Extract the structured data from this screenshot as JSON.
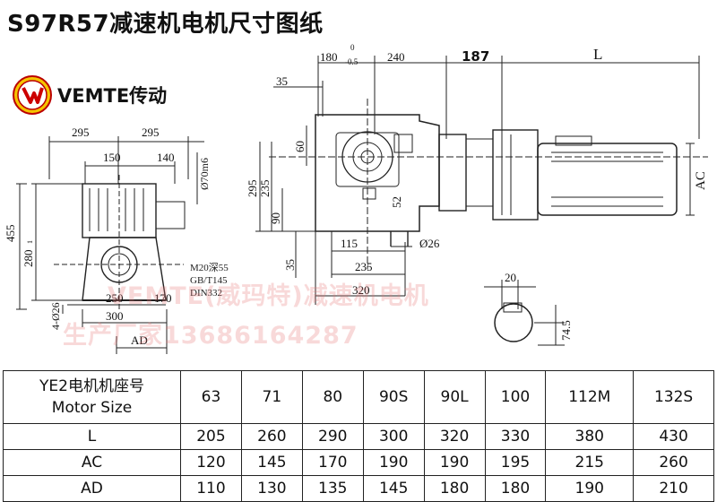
{
  "header": {
    "title": "S97R57减速机电机尺寸图纸",
    "brand": "VEMTE传动",
    "logo_icon": "vemte-logo-icon"
  },
  "watermark": {
    "line1": "VEMTE(威玛特)减速机电机",
    "line2": "生产厂家13686164287"
  },
  "drawing": {
    "front": {
      "d295a": "295",
      "d295b": "295",
      "d150": "150",
      "d140": "140",
      "d70": "Ø70m6",
      "d455": "455",
      "d280": "280",
      "d280sub": "1",
      "d26": "4-Ø26",
      "d250": "250",
      "d170": "170",
      "d300": "300",
      "dAD": "AD",
      "note1": "M20深55",
      "note2": "GB/T145",
      "note3": "DIN332"
    },
    "side": {
      "d180": "180",
      "d0": "0",
      "dminus": "-0.5",
      "d240": "240",
      "d187": "187",
      "dL": "L",
      "d35a": "35",
      "d60": "60",
      "d295": "295",
      "d235v": "235",
      "d90": "90",
      "d35b": "35",
      "d115": "115",
      "d52": "52",
      "d26": "Ø26",
      "d235h": "235",
      "d320": "320",
      "dAC": "AC"
    },
    "shaft": {
      "d20": "20",
      "d745": "74.5"
    }
  },
  "table": {
    "head_label_1": "YE2电机机座号",
    "head_label_2": "Motor Size",
    "sizes": [
      "63",
      "71",
      "80",
      "90S",
      "90L",
      "100",
      "112M",
      "132S"
    ],
    "rows": [
      {
        "label": "L",
        "values": [
          "205",
          "260",
          "290",
          "300",
          "320",
          "330",
          "380",
          "430"
        ]
      },
      {
        "label": "AC",
        "values": [
          "120",
          "145",
          "170",
          "190",
          "190",
          "195",
          "215",
          "260"
        ]
      },
      {
        "label": "AD",
        "values": [
          "110",
          "130",
          "135",
          "145",
          "180",
          "180",
          "190",
          "210"
        ]
      }
    ]
  }
}
